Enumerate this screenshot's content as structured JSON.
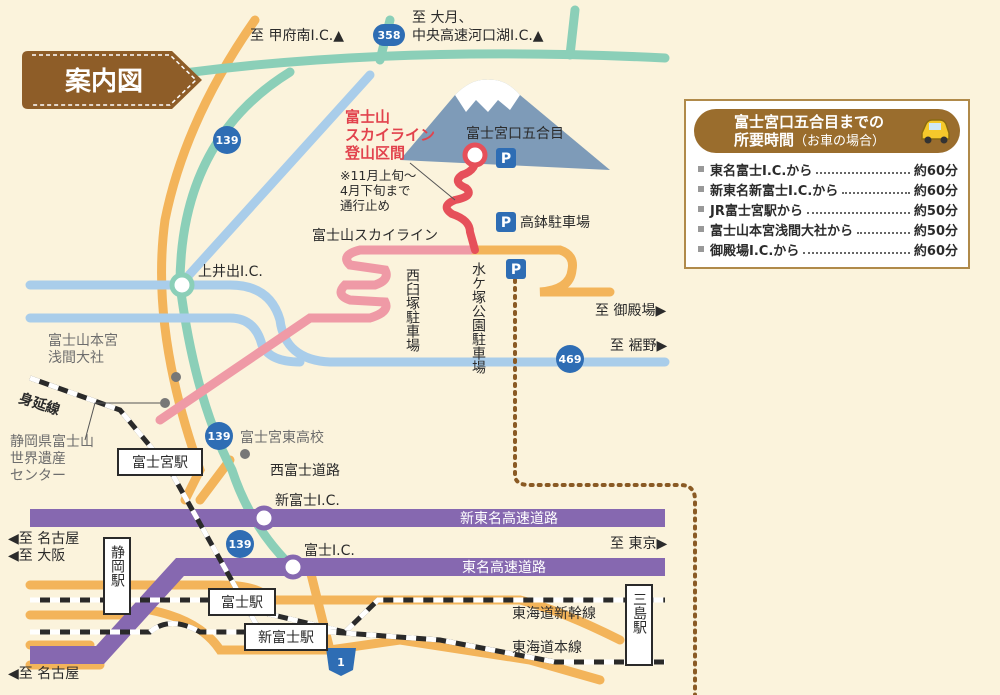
{
  "title": "案内図",
  "colors": {
    "background": "#fbf3dc",
    "route139": "#8bcfb8",
    "route469": "#a9cdea",
    "local_road": "#f3b45a",
    "skyline": "#e6505a",
    "skyline_lower": "#ef9aa6",
    "expressway": "#8668b0",
    "rail": "#2a2a2a",
    "bus_dots": "#8a5a24",
    "title_bg": "#8e5d28"
  },
  "destinations": {
    "kofu_minami": "至 甲府南I.C.▲",
    "otsuki_line1": "至 大月、",
    "otsuki_line2": "中央高速河口湖I.C.▲",
    "gotemba": "至 御殿場▶",
    "susono": "至 裾野▶",
    "tokyo": "至 東京▶",
    "nagoya_top": "◀至 名古屋",
    "osaka": "◀至 大阪",
    "nagoya_bottom": "◀至 名古屋"
  },
  "route_numbers": {
    "r358": "358",
    "r139_top": "139",
    "r139_mid": "139",
    "r139_bottom": "139",
    "r469": "469",
    "r1": "1"
  },
  "mountain": {
    "goal": "富士宮口五合目",
    "skyline_name_lines": [
      "富士山",
      "スカイライン",
      "登山区間"
    ],
    "closure_lines": [
      "※11月上旬〜",
      "4月下旬まで",
      "通行止め"
    ],
    "skyline_label": "富士山スカイライン"
  },
  "parking": {
    "p_icon": "P",
    "takabachi": "高鉢駐車場",
    "nishiusuzuka": "西臼塚駐車場",
    "mizugazuka": "水ケ塚公園駐車場"
  },
  "places": {
    "kamiide_ic": "上井出I.C.",
    "hongu_shrine_lines": [
      "富士山本宮",
      "浅間大社"
    ],
    "heritage_center_lines": [
      "静岡県富士山",
      "世界遺産",
      "センター"
    ],
    "higashi_school": "富士宮東高校",
    "nishifuji_road": "西富士道路",
    "shinfuji_ic": "新富士I.C.",
    "fuji_ic": "富士I.C.",
    "minobu_line": "身延線"
  },
  "expressways": {
    "shin_tomei": "新東名高速道路",
    "tomei": "東名高速道路"
  },
  "rail": {
    "shinkansen": "東海道新幹線",
    "honsen": "東海道本線"
  },
  "stations": {
    "fujinomiya": "富士宮駅",
    "fuji": "富士駅",
    "shin_fuji": "新富士駅",
    "shizuoka": "静岡駅",
    "mishima": "三島駅"
  },
  "travel_times": {
    "heading": "富士宮口五合目までの",
    "heading2": "所要時間",
    "heading_sub": "（お車の場合）",
    "rows": [
      {
        "from": "東名富士I.C.から",
        "time": "約60分"
      },
      {
        "from": "新東名新富士I.C.から",
        "time": "約60分"
      },
      {
        "from": "JR富士宮駅から",
        "time": "約50分"
      },
      {
        "from": "富士山本宮浅間大社から",
        "time": "約50分"
      },
      {
        "from": "御殿場I.C.から",
        "time": "約60分"
      }
    ]
  }
}
